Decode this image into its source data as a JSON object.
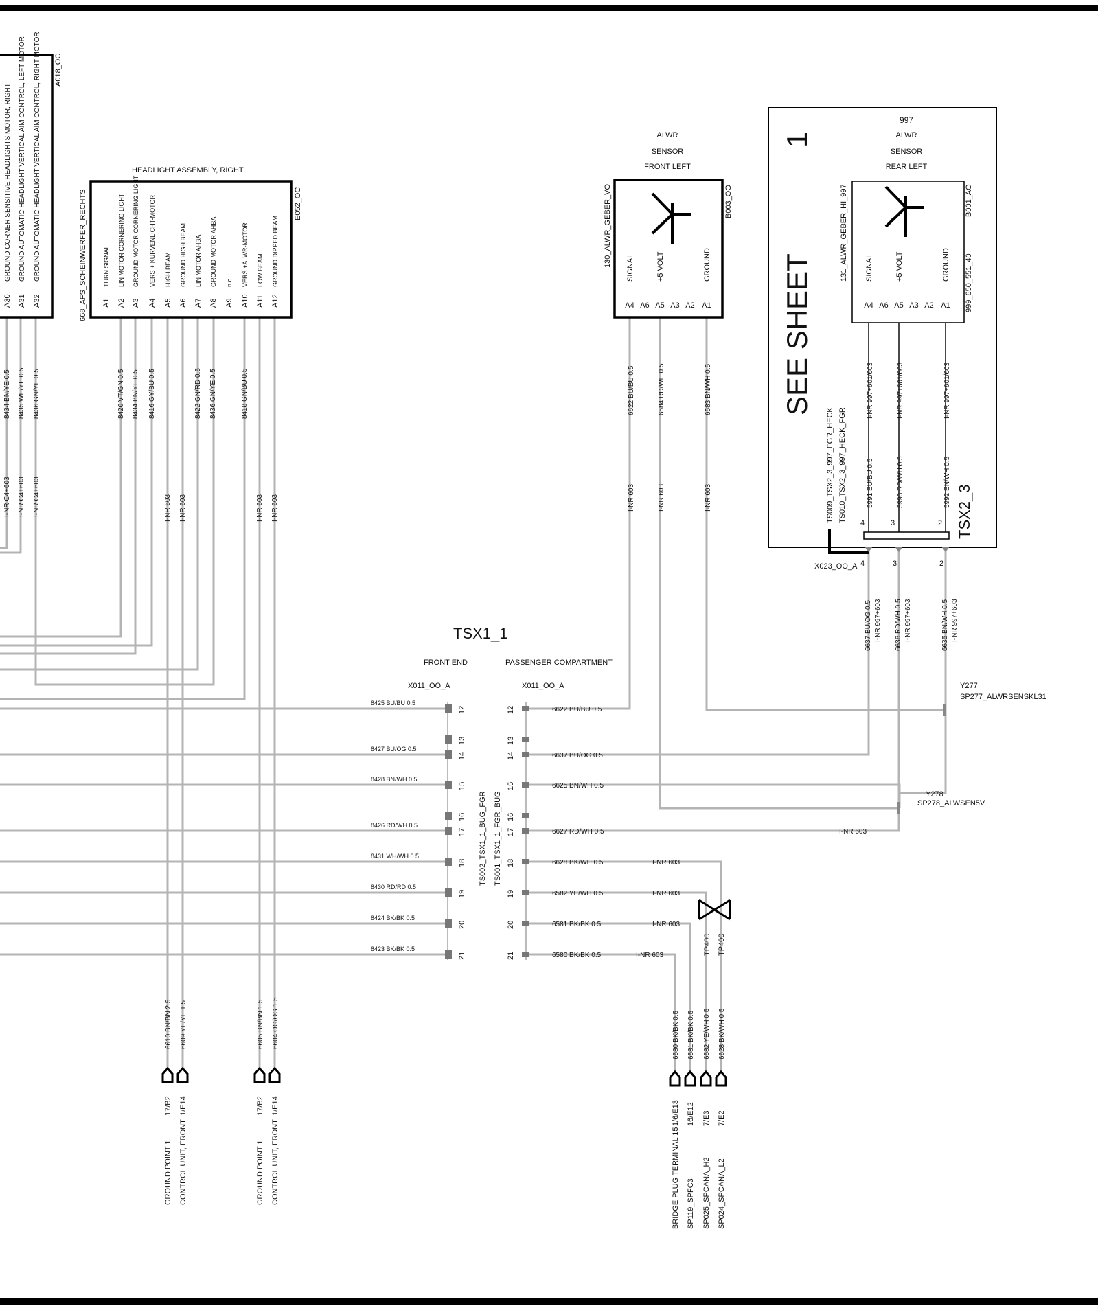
{
  "module_left": {
    "ref": "A018_OC",
    "pins": [
      {
        "pin": "A30",
        "label": "GROUND  CORNER SENSITIVE HEADLIGHTS MOTOR, RIGHT",
        "wire": "8434 BN/YE 0.5",
        "harness": "I-NR C4+603"
      },
      {
        "pin": "A31",
        "label": "GROUND AUTOMATIC HEADLIGHT VERTICAL AIM CONTROL, LEFT MOTOR",
        "wire": "8435 WH/YE 0.5",
        "harness": "I-NR C4+603"
      },
      {
        "pin": "A32",
        "label": "GROUND AUTOMATIC HEADLIGHT VERTICAL AIM CONTROL, RIGHT MOTOR",
        "wire": "8436 GN/YE 0.5",
        "harness": "I-NR C4+603"
      }
    ]
  },
  "headlight": {
    "title": "HEADLIGHT ASSEMBLY, RIGHT",
    "code": "668_AFS_SCHEINWERFER_RECHTS",
    "ref": "E052_OC",
    "pins": [
      {
        "pin": "A1",
        "label": "TURN SIGNAL"
      },
      {
        "pin": "A2",
        "label": "LIN MOTOR CORNERING LIGHT",
        "wire": "8420 VT/GN 0.5"
      },
      {
        "pin": "A3",
        "label": "GROUND MOTOR CORNERING LIGHT",
        "wire": "8434 BN/YE 0.5"
      },
      {
        "pin": "A4",
        "label": "VERS + KURVENLICHT-MOTOR",
        "wire": "8416 GY/BU 0.5"
      },
      {
        "pin": "A5",
        "label": "HIGH BEAM",
        "harness": "I-NR 603"
      },
      {
        "pin": "A6",
        "label": "GROUND HIGH BEAM",
        "harness": "I-NR 603"
      },
      {
        "pin": "A7",
        "label": "LIN MOTOR AHBA",
        "wire": "8422 GN/RD 0.5"
      },
      {
        "pin": "A8",
        "label": "GROUND MOTOR AHBA",
        "wire": "8436 GN/YE 0.5"
      },
      {
        "pin": "A9",
        "label": "n.c."
      },
      {
        "pin": "A10",
        "label": "VERS +ALWR-MOTOR",
        "wire": "8418 GN/BU 0.5"
      },
      {
        "pin": "A11",
        "label": "LOW BEAM",
        "harness": "I-NR 603"
      },
      {
        "pin": "A12",
        "label": "GROUND DIPPED BEAM",
        "harness": "I-NR 603"
      }
    ]
  },
  "sensor_front": {
    "title": [
      "ALWR",
      "SENSOR",
      "FRONT LEFT"
    ],
    "code": "130_ALWR_GEBER_VO",
    "ref": "B003_OO",
    "pin_labels": [
      "SIGNAL",
      "+5 VOLT",
      "GROUND"
    ],
    "pins": [
      "A4",
      "A6",
      "A5",
      "A3",
      "A2",
      "A1"
    ],
    "wires": [
      {
        "wire": "6622 BU/BU 0.5",
        "harness": "I-NR 603"
      },
      {
        "wire": "6584 RD/WH 0.5",
        "harness": "I-NR 603"
      },
      {
        "wire": "6583 BN/WH 0.5",
        "harness": "I-NR 603"
      }
    ]
  },
  "see_sheet": {
    "text": "SEE SHEET",
    "number": "1",
    "tsx": "TSX2_3",
    "ts_a": "TS009_TSX2_3_997_FGR_HECK",
    "ts_b": "TS010_TSX2_3_997_HECK_FGR",
    "x_ref": "X023_OO_A",
    "sensor_rear": {
      "number": "997",
      "title": [
        "ALWR",
        "SENSOR",
        "REAR LEFT"
      ],
      "code": "131_ALWR_GEBER_HI_997",
      "ref": "B001_AO",
      "part": "999_650_551_40",
      "pin_labels": [
        "SIGNAL",
        "+5 VOLT",
        "GROUND"
      ],
      "pins": [
        "A4",
        "A6",
        "A5",
        "A3",
        "A2",
        "A1"
      ],
      "inner_harness": [
        "I-NR 997+601/603",
        "I-NR 997+601/603",
        "I-NR 997+601/603"
      ],
      "inner_wires": [
        "5991 BU/BU 0.5",
        "5993 RD/WH 0.5",
        "5992 BN/WH 0.5"
      ]
    },
    "conn_pins": [
      "4",
      "3",
      "2"
    ],
    "out_wires": [
      {
        "pin": "4",
        "wire": "6637 BU/OG 0.5",
        "harness": "I-NR 997+603"
      },
      {
        "pin": "3",
        "wire": "6636 RD/WH 0.5",
        "harness": "I-NR 997+603"
      },
      {
        "pin": "2",
        "wire": "6635 BN/WH 0.5",
        "harness": "I-NR 997+603"
      }
    ]
  },
  "tsx1": {
    "title": "TSX1_1",
    "front_label": "FRONT END",
    "pass_label": "PASSENGER COMPARTMENT",
    "x_left": "X011_OO_A",
    "x_right": "X011_OO_A",
    "ts_a": "TS002_TSX1_1_BUG_FGR",
    "ts_b": "TS001_TSX1_1_FGR_BUG",
    "rows": [
      {
        "pin": "12",
        "left": "8425 BU/BU 0.5",
        "right": "6622 BU/BU 0.5"
      },
      {
        "pin": "13",
        "left": "",
        "right": ""
      },
      {
        "pin": "14",
        "left": "8427 BU/OG 0.5",
        "right": "6637 BU/OG 0.5"
      },
      {
        "pin": "15",
        "left": "8428 BN/WH 0.5",
        "right": "6625 BN/WH 0.5"
      },
      {
        "pin": "16",
        "left": "",
        "right": ""
      },
      {
        "pin": "17",
        "left": "8426 RD/WH 0.5",
        "right": "6627 RD/WH 0.5"
      },
      {
        "pin": "18",
        "left": "8431 WH/WH 0.5",
        "right": "6628 BK/WH 0.5"
      },
      {
        "pin": "19",
        "left": "8430 RD/RD 0.5",
        "right": "6582 YE/WH 0.5"
      },
      {
        "pin": "20",
        "left": "8424 BK/BK 0.5",
        "right": "6581 BK/BK 0.5"
      },
      {
        "pin": "21",
        "left": "8423 BK/BK 0.5",
        "right": "6580 BK/BK 0.5"
      }
    ],
    "right_harness": [
      "I-NR 603",
      "I-NR 603",
      "I-NR 603",
      "I-NR 603"
    ]
  },
  "splices": [
    {
      "id": "Y277",
      "name": "SP277_ALWRSENSKL31"
    },
    {
      "id": "Y278",
      "name": "SP278_ALWSEN5V",
      "harness": "I-NR 603"
    }
  ],
  "twist": {
    "tp_a": "TP400",
    "tp_b": "TP400"
  },
  "grounds": [
    {
      "wire": "6610 BN/BN 2.5",
      "ref": "17/B2",
      "label": "GROUND POINT 1"
    },
    {
      "wire": "6609 YE/YE 1.5",
      "ref": "1/E14",
      "label": "CONTROL UNIT, FRONT"
    },
    {
      "wire": "6605 BN/BN 1.5",
      "ref": "17/B2",
      "label": "GROUND POINT 1"
    },
    {
      "wire": "6604 OG/OG 1.5",
      "ref": "1/E14",
      "label": "CONTROL UNIT, FRONT"
    }
  ],
  "bottom_refs": [
    {
      "wire": "6580 BK/BK 0.5",
      "ref": "1/6/E13",
      "label": "BRIDGE PLUG TERMINAL 15"
    },
    {
      "wire": "6581 BK/BK 0.5",
      "ref": "16/E12",
      "label": "SP119_SPFC3"
    },
    {
      "wire": "6582 YE/WH 0.5",
      "ref": "7/E3",
      "label": "SP025_SPCANA_H2"
    },
    {
      "wire": "6628 BK/WH 0.5",
      "ref": "7/E2",
      "label": "SP024_SPCANA_L2"
    }
  ]
}
